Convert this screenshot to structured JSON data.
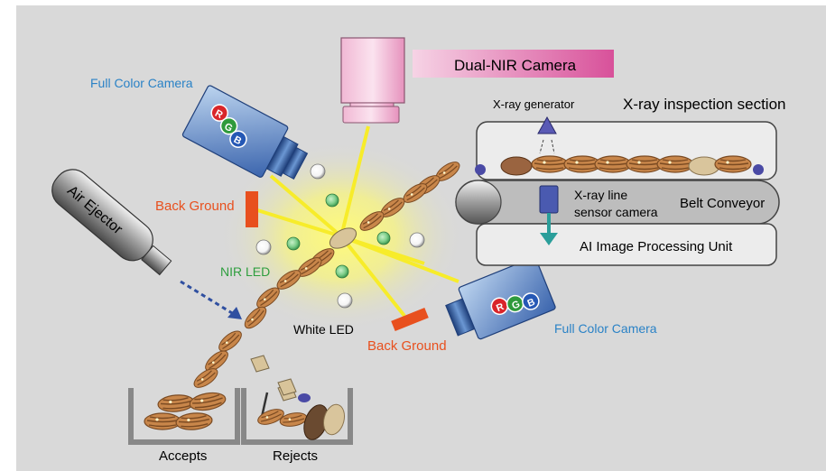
{
  "labels": {
    "dual_nir_camera": "Dual-NIR Camera",
    "full_color_camera_top": "Full Color Camera",
    "full_color_camera_bottom": "Full Color Camera",
    "xray_generator": "X-ray generator",
    "xray_section": "X-ray inspection section",
    "xray_line_sensor_1": "X-ray line",
    "xray_line_sensor_2": "sensor camera",
    "belt_conveyor": "Belt Conveyor",
    "ai_unit": "AI Image Processing Unit",
    "back_ground_left": "Back Ground",
    "back_ground_bottom": "Back Ground",
    "air_ejector": "Air Ejector",
    "nir_led": "NIR LED",
    "white_led": "White LED",
    "accepts": "Accepts",
    "rejects": "Rejects"
  },
  "rgb_letters": [
    "R",
    "G",
    "B"
  ],
  "colors": {
    "background": "#d9d9d9",
    "camera_label_blue": "#2a82c6",
    "nir_green": "#2e9e3e",
    "background_orange": "#e8501e",
    "light_beam": "#f7ec2a",
    "almond": "#c8864a",
    "almond_stripe": "#7a4a22",
    "rgb_red": "#d9252a",
    "rgb_green": "#2f9a3c",
    "rgb_blue": "#2558b5"
  },
  "icons": [
    "camera-icon",
    "air-ejector-icon",
    "led-icon",
    "almond-icon"
  ]
}
